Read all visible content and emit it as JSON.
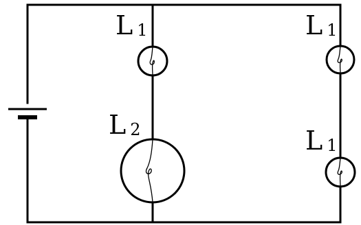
{
  "diagram": {
    "bulb_labels": {
      "center_top": {
        "letter": "L",
        "subscript": "1"
      },
      "center_bottom": {
        "letter": "L",
        "subscript": "2"
      },
      "right_top": {
        "letter": "L",
        "subscript": "1"
      },
      "right_bottom": {
        "letter": "L",
        "subscript": "1"
      }
    },
    "colors": {
      "line": "#000000",
      "background": "#ffffff"
    }
  }
}
